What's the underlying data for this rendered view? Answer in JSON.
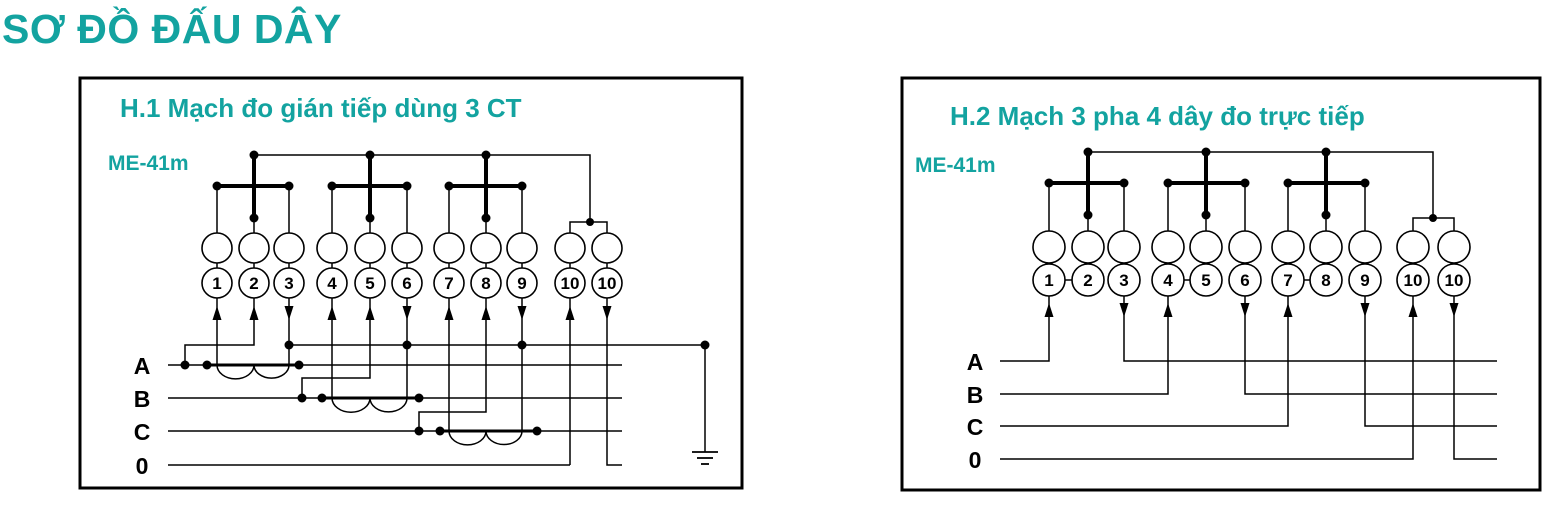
{
  "page_title": "SƠ ĐỒ ĐẤU DÂY",
  "diagrams": [
    {
      "title": "H.1 Mạch đo gián tiếp dùng 3 CT",
      "model": "ME-41m",
      "terminals": [
        "1",
        "2",
        "3",
        "4",
        "5",
        "6",
        "7",
        "8",
        "9",
        "10",
        "10"
      ],
      "phases": [
        "A",
        "B",
        "C",
        "0"
      ]
    },
    {
      "title": "H.2 Mạch 3 pha 4 dây đo trực tiếp",
      "model": "ME-41m",
      "terminals": [
        "1",
        "2",
        "3",
        "4",
        "5",
        "6",
        "7",
        "8",
        "9",
        "10",
        "10"
      ],
      "phases": [
        "A",
        "B",
        "C",
        "0"
      ]
    }
  ],
  "colors": {
    "accent": "#13a3a0",
    "line": "#000000"
  }
}
